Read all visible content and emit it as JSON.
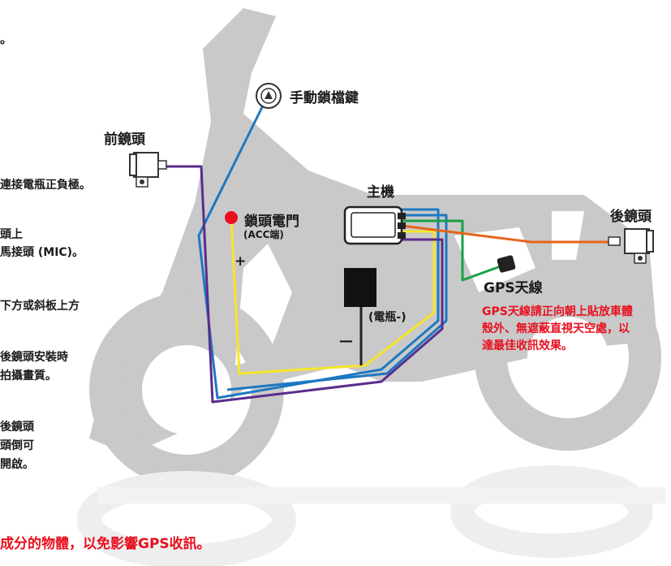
{
  "labels": {
    "lock_button": "手動鎖檔鍵",
    "front_camera": "前鏡頭",
    "main_unit": "主機",
    "rear_camera": "後鏡頭",
    "key_power": "鎖頭電門",
    "acc": "(ACC端)",
    "plus": "+",
    "minus": "—",
    "battery_neg": "(電瓶-)",
    "gps_antenna": "GPS天線"
  },
  "gps_note": [
    "GPS天線請正向朝上貼放車體",
    "殼外、無遮蔽直視天空處，以",
    "達最佳收訊效果。"
  ],
  "left_notes": [
    "連接電瓶正負極。",
    "頭上",
    "馬接頭 (MIC)。",
    "下方或斜板上方",
    "後鏡頭安裝時",
    "拍攝畫質。",
    "後鏡頭",
    "頭倒可",
    "開啟。"
  ],
  "top_dot": "。",
  "bottom_warning": "成分的物體，以免影響GPS收訊。",
  "colors": {
    "scooter": "#c9c9c9",
    "wire_blue": "#1d78c1",
    "wire_yellow": "#f6e52a",
    "wire_green": "#1aa046",
    "wire_purple": "#5a2d8c",
    "wire_orange": "#e8641c",
    "wire_black": "#222222",
    "accent_red": "#e8101e"
  }
}
